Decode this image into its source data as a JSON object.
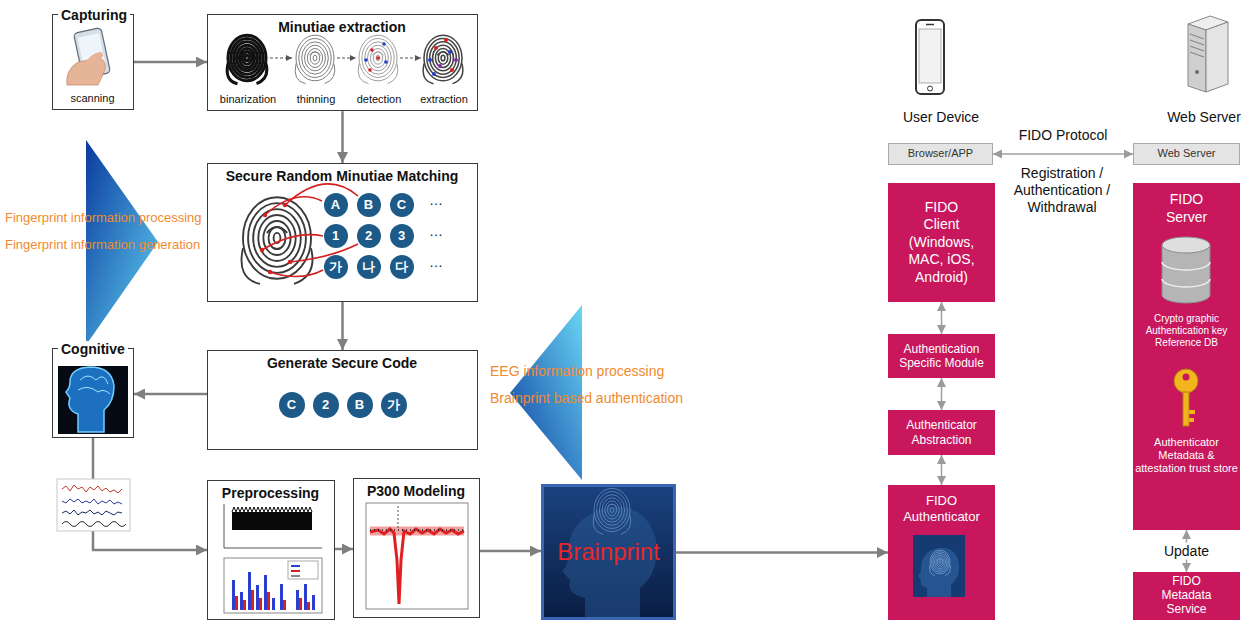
{
  "diagram": {
    "nodes": [
      {
        "text": [
          "Capturing",
          "scanning"
        ]
      },
      {
        "text": [
          "Minutiae extraction",
          "binarization",
          "thinning",
          "detection",
          "extraction"
        ]
      },
      {
        "text": [
          "Fingerprint information processing",
          "Fingerprint information generation"
        ]
      },
      {
        "text": [
          "Secure Random Minutiae Matching"
        ]
      },
      {
        "text": [
          "A"
        ],
        "in": 3
      },
      {
        "text": [
          "B"
        ],
        "in": 3
      },
      {
        "text": [
          "C"
        ],
        "in": 3
      },
      {
        "text": [
          "1"
        ],
        "in": 3
      },
      {
        "text": [
          "2"
        ],
        "in": 3
      },
      {
        "text": [
          "3"
        ],
        "in": 3
      },
      {
        "text": [
          "가"
        ],
        "in": 3
      },
      {
        "text": [
          "나"
        ],
        "in": 3
      },
      {
        "text": [
          "다"
        ],
        "in": 3
      },
      {
        "text": [
          "Cognitive"
        ]
      },
      {
        "text": [
          "Generate Secure Code"
        ]
      },
      {
        "text": [
          "C"
        ],
        "in": 14
      },
      {
        "text": [
          "2"
        ],
        "in": 14
      },
      {
        "text": [
          "B"
        ],
        "in": 14
      },
      {
        "text": [
          "가"
        ],
        "in": 14
      },
      {
        "text": [
          "EEG information processing",
          "Brainprint based authentication"
        ]
      },
      {
        "text": [
          "Preprocessing"
        ]
      },
      {
        "text": [
          "P300 Modeling"
        ]
      },
      {
        "text": [
          "Brainprint"
        ]
      },
      {
        "text": [
          "Browser/APP"
        ]
      },
      {
        "text": [
          "Web Server"
        ]
      },
      {
        "text": [
          "FIDO Client (Windows, MAC, iOS, Android)"
        ]
      },
      {
        "text": [
          "Authentication Specific Module"
        ]
      },
      {
        "text": [
          "Authenticator Abstraction"
        ]
      },
      {
        "text": [
          "FIDO Authenticator"
        ]
      },
      {
        "text": [
          "FIDO Server",
          "Crypto graphic Authentication key Reference DB",
          "Authenticator Metadata & attestation trust store"
        ]
      },
      {
        "text": [
          "FIDO Metadata Service"
        ]
      }
    ],
    "edges": [
      {
        "from": 0,
        "to": 1,
        "arrow": "to"
      },
      {
        "from": 1,
        "to": 3,
        "arrow": "to"
      },
      {
        "from": 3,
        "to": 14,
        "arrow": "to"
      },
      {
        "from": 14,
        "to": 13,
        "arrow": "to"
      },
      {
        "from": 13,
        "to": 20,
        "arrow": "to"
      },
      {
        "from": 20,
        "to": 21,
        "arrow": "to"
      },
      {
        "from": 21,
        "to": 22,
        "arrow": "to"
      },
      {
        "from": 22,
        "to": 28,
        "arrow": "to"
      },
      {
        "from": 23,
        "to": 24,
        "arrow": "both",
        "label": "FIDO Protocol"
      },
      {
        "from": 25,
        "to": 26,
        "arrow": "both"
      },
      {
        "from": 26,
        "to": 27,
        "arrow": "both"
      },
      {
        "from": 27,
        "to": 28,
        "arrow": "both"
      },
      {
        "from": 29,
        "to": 30,
        "arrow": "both",
        "label": "Update"
      }
    ],
    "labels": [
      "…",
      "…",
      "…",
      "User Device",
      "Web Server",
      "Registration / Authentication / Withdrawal"
    ]
  }
}
